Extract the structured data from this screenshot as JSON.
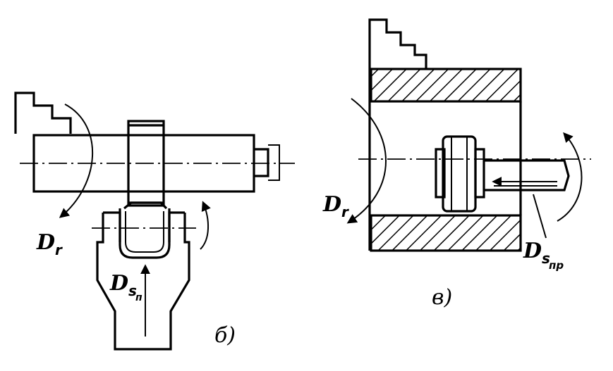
{
  "figure_b": {
    "label_main": "D",
    "label_main_sub": "r",
    "label_feed": "D",
    "label_feed_sub": "s",
    "label_feed_subsub": "п",
    "caption": "б)"
  },
  "figure_v": {
    "label_main": "D",
    "label_main_sub": "r",
    "label_feed": "D",
    "label_feed_sub": "s",
    "label_feed_subsub": "пр",
    "caption": "в)"
  }
}
